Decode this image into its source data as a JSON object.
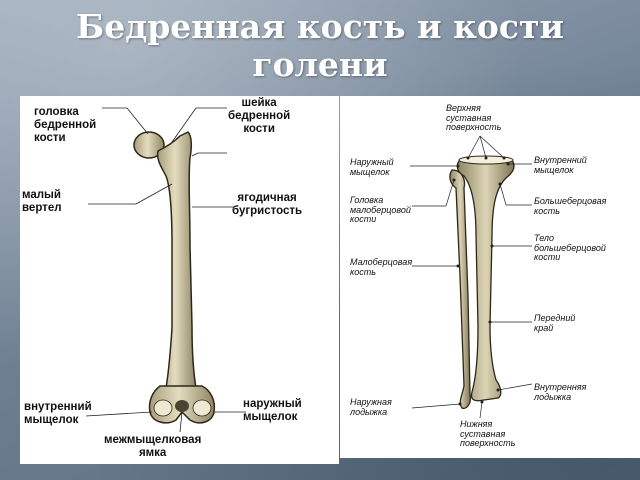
{
  "title": {
    "line1": "Бедренная кость и кости",
    "line2": "голени"
  },
  "femur_labels": {
    "head": [
      "головка",
      "бедренной",
      "кости"
    ],
    "neck": [
      "шейка",
      "бедренной",
      "кости"
    ],
    "lesser_trochanter": [
      "малый",
      "вертел"
    ],
    "gluteal_tuberosity": [
      "ягодичная",
      "бугристость"
    ],
    "medial_condyle": [
      "внутренний",
      "мыщелок"
    ],
    "lateral_condyle": [
      "наружный",
      "мыщелок"
    ],
    "intercondylar_fossa": [
      "межмыщелковая",
      "ямка"
    ]
  },
  "tibia_fibula_labels": {
    "upper_surface": [
      "Верхняя",
      "суставная",
      "поверхность"
    ],
    "lateral_condyle": [
      "Наружный",
      "мыщелок"
    ],
    "medial_condyle": [
      "Внутренний",
      "мыщелок"
    ],
    "fibula_head": [
      "Головка",
      "малоберцовой",
      "кости"
    ],
    "tibia": [
      "Большеберцовая",
      "кость"
    ],
    "tibia_body": [
      "Тело",
      "большеберцовой",
      "кости"
    ],
    "fibula": [
      "Малоберцовая",
      "кость"
    ],
    "anterior_border": [
      "Передний",
      "край"
    ],
    "lateral_malleolus": [
      "Наружная",
      "лодыжка"
    ],
    "medial_malleolus": [
      "Внутренняя",
      "лодыжка"
    ],
    "lower_surface": [
      "Нижняя",
      "суставная",
      "поверхность"
    ]
  },
  "colors": {
    "bone": "#d9d2b4",
    "bone_shadow": "#8e8566",
    "bone_outline": "#2b2818"
  }
}
